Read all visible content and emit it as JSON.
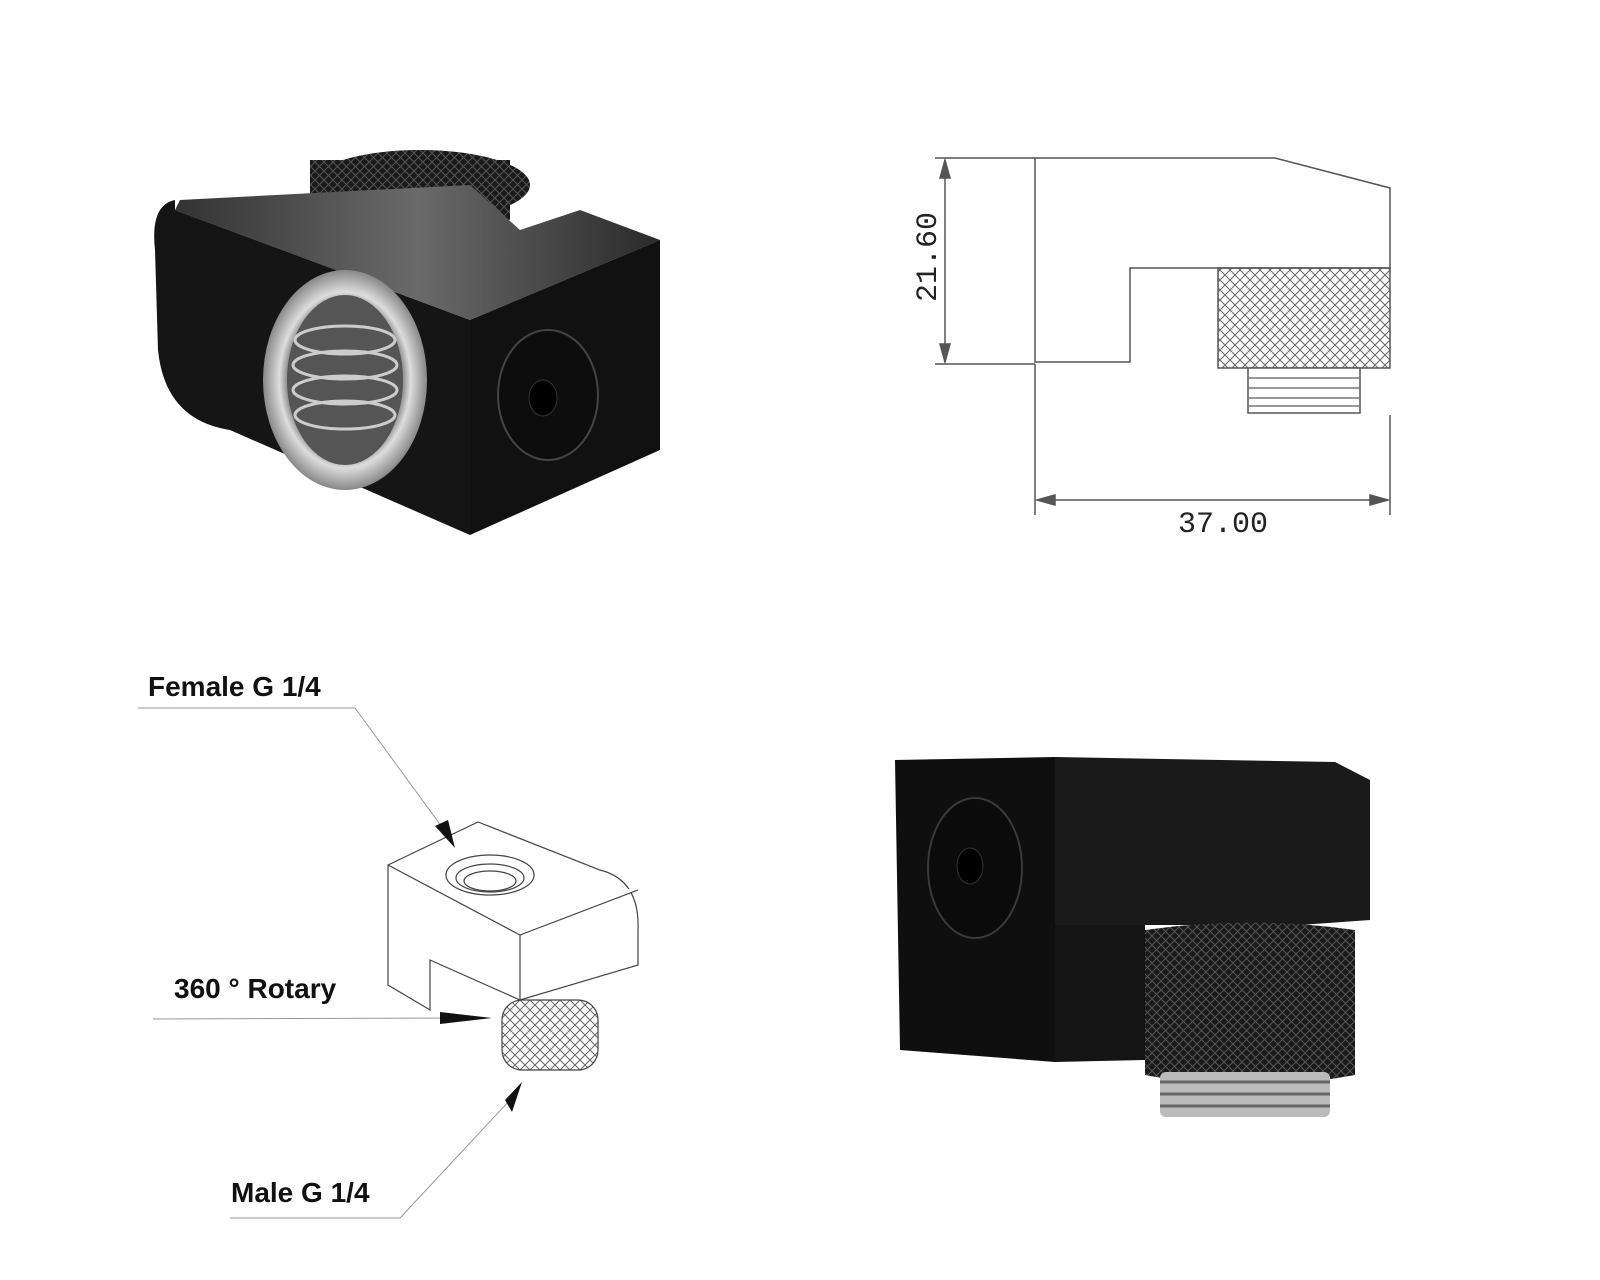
{
  "dimensions": {
    "height": "21.60",
    "width": "37.00"
  },
  "callouts": {
    "female": "Female G 1/4",
    "rotary": "360 ° Rotary",
    "male": "Male G 1/4"
  },
  "colors": {
    "body": "#141414",
    "chrome": "#b8b8b8",
    "line": "#555555"
  }
}
